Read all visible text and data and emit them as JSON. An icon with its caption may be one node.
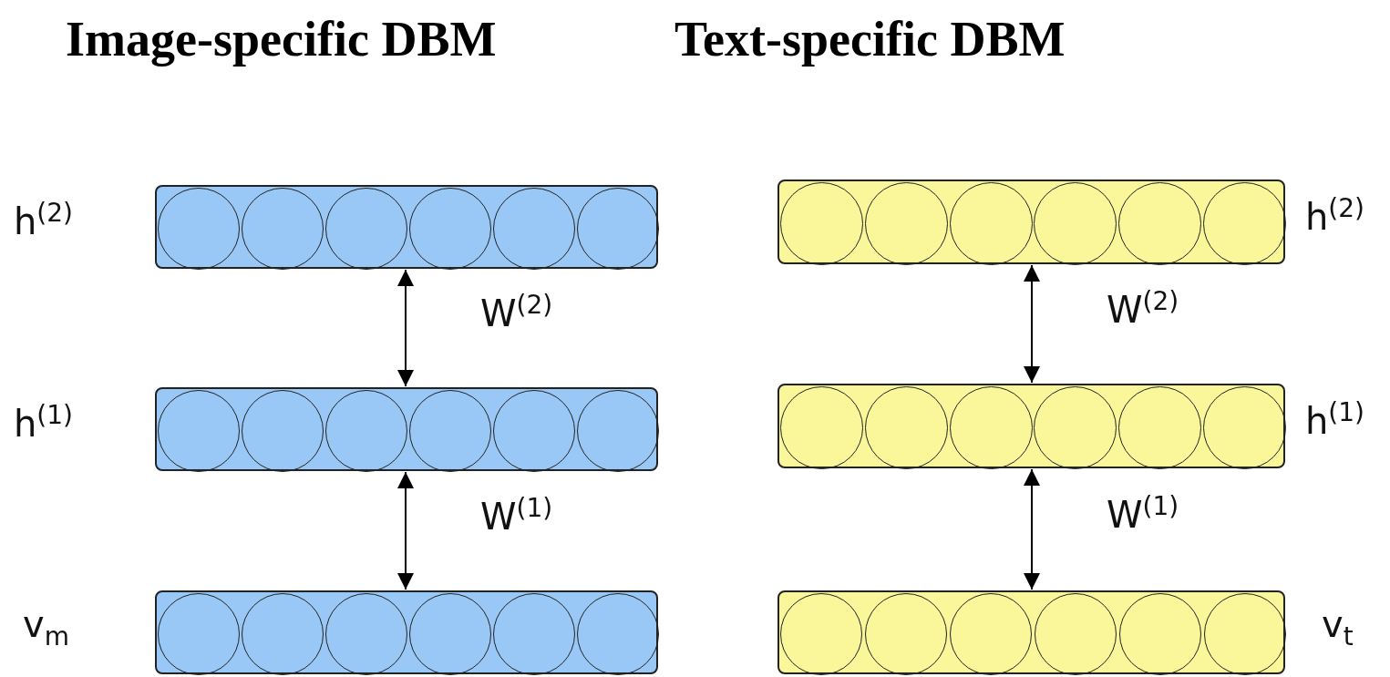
{
  "diagram": {
    "nodes": [
      {
        "text": [
          "h$^{(2)}$"
        ]
      },
      {
        "text": [],
        "shape": "circle",
        "in": 0
      },
      {
        "text": [],
        "shape": "circle",
        "in": 0
      },
      {
        "text": [],
        "shape": "circle",
        "in": 0
      },
      {
        "text": [],
        "shape": "circle",
        "in": 0
      },
      {
        "text": [],
        "shape": "circle",
        "in": 0
      },
      {
        "text": [],
        "shape": "circle",
        "in": 0
      },
      {
        "text": [
          "h$^{(1)}$"
        ]
      },
      {
        "text": [],
        "shape": "circle",
        "in": 7
      },
      {
        "text": [],
        "shape": "circle",
        "in": 7
      },
      {
        "text": [],
        "shape": "circle",
        "in": 7
      },
      {
        "text": [],
        "shape": "circle",
        "in": 7
      },
      {
        "text": [],
        "shape": "circle",
        "in": 7
      },
      {
        "text": [],
        "shape": "circle",
        "in": 7
      },
      {
        "text": [
          "v$_{m}$"
        ]
      },
      {
        "text": [],
        "shape": "circle",
        "in": 14
      },
      {
        "text": [],
        "shape": "circle",
        "in": 14
      },
      {
        "text": [],
        "shape": "circle",
        "in": 14
      },
      {
        "text": [],
        "shape": "circle",
        "in": 14
      },
      {
        "text": [],
        "shape": "circle",
        "in": 14
      },
      {
        "text": [],
        "shape": "circle",
        "in": 14
      },
      {
        "text": [
          "h$^{(2)}$"
        ]
      },
      {
        "text": [],
        "shape": "circle",
        "in": 21
      },
      {
        "text": [],
        "shape": "circle",
        "in": 21
      },
      {
        "text": [],
        "shape": "circle",
        "in": 21
      },
      {
        "text": [],
        "shape": "circle",
        "in": 21
      },
      {
        "text": [],
        "shape": "circle",
        "in": 21
      },
      {
        "text": [],
        "shape": "circle",
        "in": 21
      },
      {
        "text": [
          "h$^{(1)}$"
        ]
      },
      {
        "text": [],
        "shape": "circle",
        "in": 28
      },
      {
        "text": [],
        "shape": "circle",
        "in": 28
      },
      {
        "text": [],
        "shape": "circle",
        "in": 28
      },
      {
        "text": [],
        "shape": "circle",
        "in": 28
      },
      {
        "text": [],
        "shape": "circle",
        "in": 28
      },
      {
        "text": [],
        "shape": "circle",
        "in": 28
      },
      {
        "text": [
          "v$_{t}$"
        ]
      },
      {
        "text": [],
        "shape": "circle",
        "in": 35
      },
      {
        "text": [],
        "shape": "circle",
        "in": 35
      },
      {
        "text": [],
        "shape": "circle",
        "in": 35
      },
      {
        "text": [],
        "shape": "circle",
        "in": 35
      },
      {
        "text": [],
        "shape": "circle",
        "in": 35
      },
      {
        "text": [],
        "shape": "circle",
        "in": 35
      }
    ],
    "edges": [
      {
        "from": 0,
        "to": 7,
        "arrow": "both",
        "label": "W$^{(2)}$"
      },
      {
        "from": 7,
        "to": 14,
        "arrow": "both",
        "label": "W$^{(1)}$"
      },
      {
        "from": 21,
        "to": 28,
        "arrow": "both",
        "label": "W$^{(2)}$"
      },
      {
        "from": 28,
        "to": 35,
        "arrow": "both",
        "label": "W$^{(1)}$"
      }
    ],
    "labels": [
      "Image-specific DBM",
      "Text-specific DBM"
    ]
  }
}
